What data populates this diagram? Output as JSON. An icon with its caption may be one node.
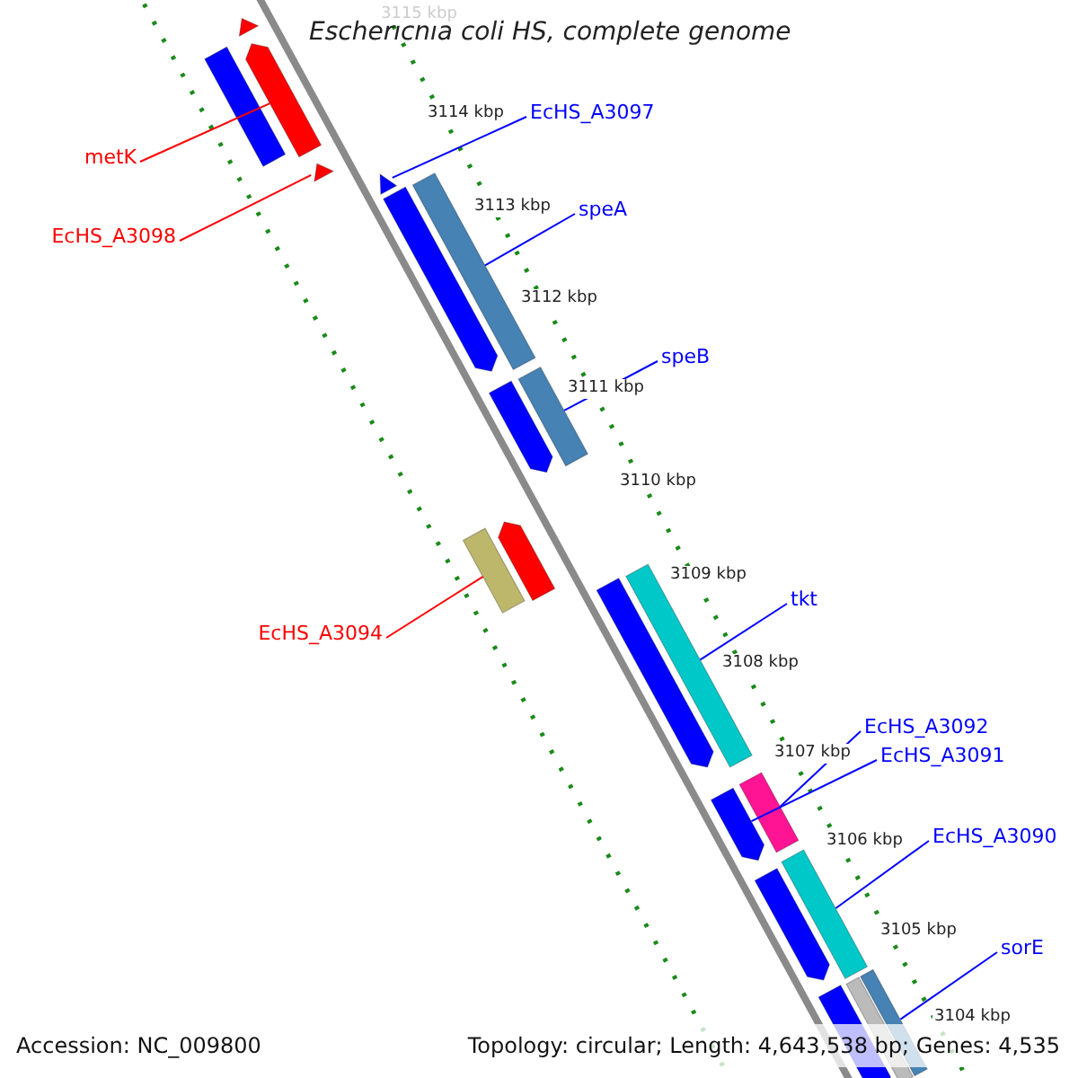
{
  "diagram": {
    "title": "Escherichia coli HS, complete genome",
    "nodes": [
      {
        "text": [
          "metK"
        ]
      },
      {
        "text": [
          "EcHS_A3098"
        ]
      },
      {
        "text": [
          "EcHS_A3097"
        ]
      },
      {
        "text": [
          "speA"
        ]
      },
      {
        "text": [
          "speB"
        ]
      },
      {
        "text": [
          "EcHS_A3094"
        ]
      },
      {
        "text": [
          "tkt"
        ]
      },
      {
        "text": [
          "EcHS_A3092"
        ]
      },
      {
        "text": [
          "EcHS_A3091"
        ]
      },
      {
        "text": [
          "EcHS_A3090"
        ]
      },
      {
        "text": [
          "sorE"
        ]
      },
      {
        "text": [],
        "shape": "bar"
      },
      {
        "text": [],
        "shape": "bar"
      },
      {
        "text": [],
        "shape": "bar"
      },
      {
        "text": [],
        "shape": "bar"
      },
      {
        "text": [],
        "shape": "bar"
      },
      {
        "text": [],
        "shape": "bar"
      },
      {
        "text": [],
        "shape": "bar"
      },
      {
        "text": [],
        "shape": "bar"
      },
      {
        "text": [],
        "shape": "bar"
      },
      {
        "text": [],
        "shape": "bar"
      },
      {
        "text": [],
        "shape": "bar"
      },
      {
        "text": [],
        "shape": "bar"
      },
      {
        "text": [],
        "shape": "bar"
      },
      {
        "text": [],
        "shape": "bar"
      },
      {
        "text": [],
        "shape": "bar"
      },
      {
        "text": [],
        "shape": "bar"
      },
      {
        "text": [],
        "shape": "bar"
      },
      {
        "text": [],
        "shape": "bar"
      },
      {
        "text": [],
        "shape": "bar"
      },
      {
        "text": [],
        "shape": "bar"
      }
    ],
    "edges": [
      {
        "from": 0,
        "to": 12,
        "arrow": "none",
        "color": "#ff0000"
      },
      {
        "from": 1,
        "to": 14,
        "arrow": "none",
        "color": "#ff0000"
      },
      {
        "from": 2,
        "to": 15,
        "arrow": "none"
      },
      {
        "from": 3,
        "to": 17,
        "arrow": "none"
      },
      {
        "from": 4,
        "to": 19,
        "arrow": "none"
      },
      {
        "from": 5,
        "to": 20,
        "arrow": "none",
        "color": "#ff0000"
      },
      {
        "from": 6,
        "to": 23,
        "arrow": "none"
      },
      {
        "from": 7,
        "to": 25,
        "arrow": "none"
      },
      {
        "from": 8,
        "to": 24,
        "arrow": "none"
      },
      {
        "from": 9,
        "to": 27,
        "arrow": "none"
      },
      {
        "from": 10,
        "to": 30,
        "arrow": "none"
      }
    ],
    "labels": [
      "3115 kbp",
      "3114 kbp",
      "3113 kbp",
      "3112 kbp",
      "3111 kbp",
      "3110 kbp",
      "3109 kbp",
      "3108 kbp",
      "3107 kbp",
      "3106 kbp",
      "3105 kbp",
      "3104 kbp",
      "Accession: NC_009800",
      "Topology: circular; Length: 4,643,538 bp; Genes: 4,535"
    ]
  }
}
